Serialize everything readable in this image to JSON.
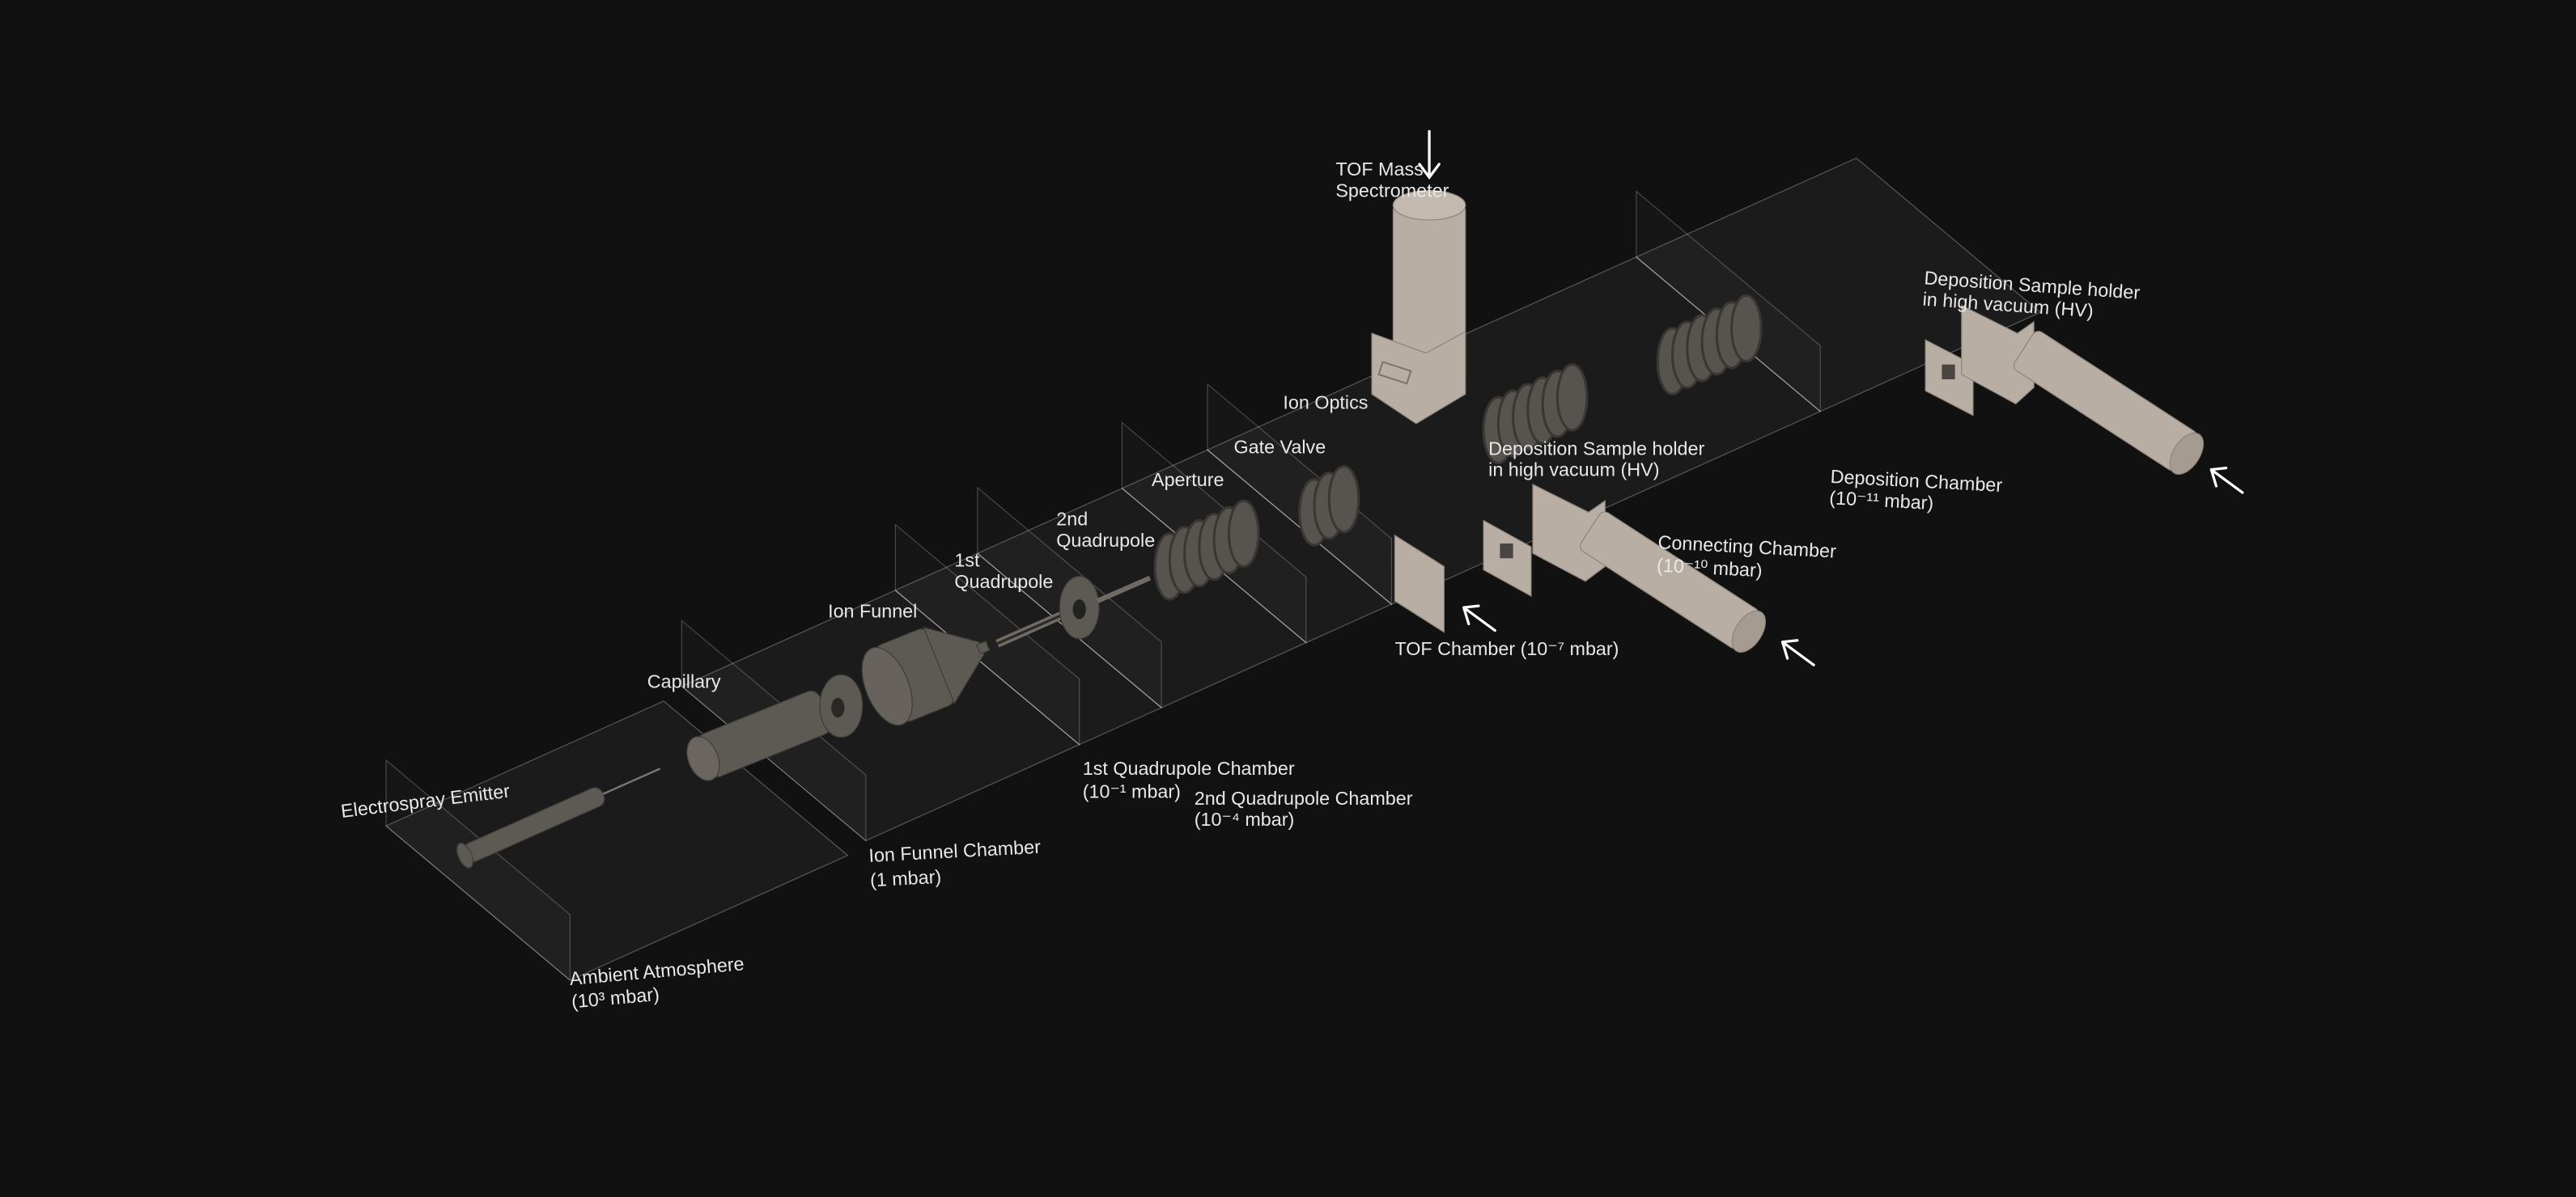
{
  "components": {
    "tof_mass_spectrometer": [
      "TOF Mass",
      "Spectrometer"
    ],
    "ion_optics": "Ion Optics",
    "gate_valve": "Gate Valve",
    "aperture": "Aperture",
    "second_quadrupole": [
      "2nd",
      "Quadrupole"
    ],
    "first_quadrupole": [
      "1st",
      "Quadrupole"
    ],
    "ion_funnel": "Ion Funnel",
    "capillary": "Capillary",
    "electrospray_emitter": "Electrospray Emitter",
    "sample_holder_mid": [
      "Deposition Sample holder",
      "in high vacuum (HV)"
    ],
    "sample_holder_right": [
      "Deposition Sample holder",
      "in high vacuum (HV)"
    ]
  },
  "chambers": {
    "ambient": [
      "Ambient Atmosphere",
      "(10³ mbar)"
    ],
    "ion_funnel": [
      "Ion Funnel Chamber",
      "(1 mbar)"
    ],
    "first_quadrupole": [
      "1st Quadrupole Chamber",
      "(10⁻¹ mbar)"
    ],
    "second_quadrupole": [
      "2nd Quadrupole Chamber",
      "(10⁻⁴ mbar)"
    ],
    "tof": "TOF Chamber (10⁻⁷ mbar)",
    "connecting": [
      "Connecting Chamber",
      "(10⁻¹⁰ mbar)"
    ],
    "deposition": [
      "Deposition Chamber",
      "(10⁻¹¹ mbar)"
    ]
  },
  "colors": {
    "background": "#111111",
    "metal": "#b9aea3",
    "dark_metal": "#5d5953",
    "text": "#e8e8e8"
  }
}
